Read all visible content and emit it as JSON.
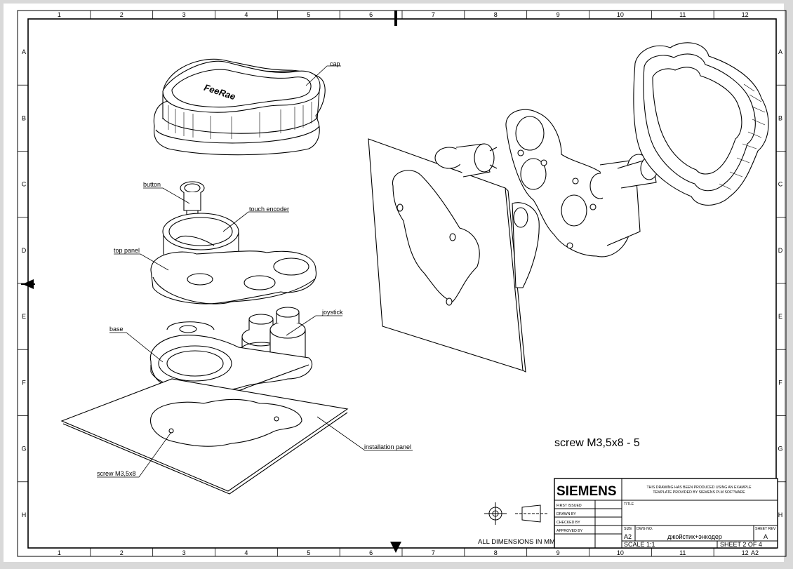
{
  "border": {
    "columns": [
      "1",
      "2",
      "3",
      "4",
      "5",
      "6",
      "7",
      "8",
      "9",
      "10",
      "11",
      "12"
    ],
    "rows": [
      "A",
      "B",
      "C",
      "D",
      "E",
      "F",
      "G",
      "H"
    ]
  },
  "labels": {
    "cap": "cap",
    "button": "button",
    "touch_encoder": "touch encoder",
    "top_panel": "top panel",
    "joystick": "joystick",
    "base": "base",
    "installation_panel": "installation panel",
    "screw_small": "screw M3,5x8",
    "screw_large": "screw M3,5x8 - 5"
  },
  "footer": {
    "dimensions_note": "ALL DIMENSIONS IN MM"
  },
  "title_block": {
    "logo": "SIEMENS",
    "notice_line1": "THIS DRAWING HAS BEEN PRODUCED USING AN EXAMPLE",
    "notice_line2": "TEMPLATE PROVIDED BY SIEMENS PLM SOFTWARE",
    "first_issued": "FIRST ISSUED",
    "drawn_by": "DRAWN BY",
    "checked_by": "CHECKED BY",
    "approved_by": "APPROVED BY",
    "title_label": "TITLE",
    "size_label": "SIZE",
    "dwg_no_label": "DWG NO.",
    "sheet_rev_label": "SHEET REV",
    "size_value": "A2",
    "dwg_no_value": "джойстик+энкодер",
    "rev_value": "A",
    "scale": "SCALE 1:1",
    "sheet": "SHEET 2 OF 4",
    "sheet_size": "A2"
  }
}
